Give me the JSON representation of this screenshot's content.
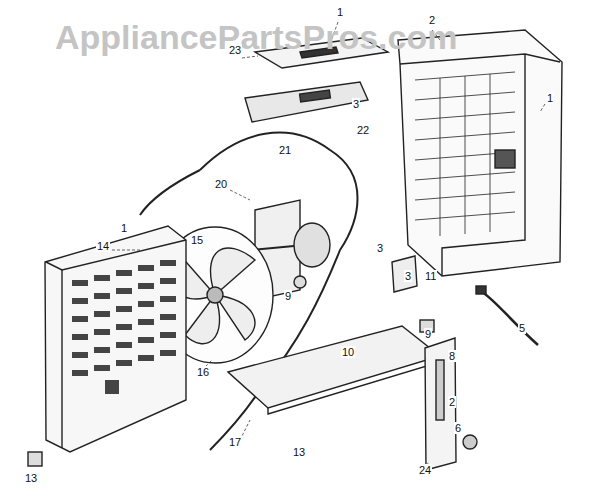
{
  "diagram": {
    "labels": [
      "AppliancePartsPros.com",
      "1",
      "2",
      "23",
      "3",
      "22",
      "1",
      "21",
      "20",
      "1",
      "14",
      "15",
      "3",
      "3",
      "11",
      "9",
      "5",
      "9",
      "10",
      "16",
      "8",
      "2",
      "6",
      "17",
      "13",
      "24",
      "13"
    ]
  }
}
